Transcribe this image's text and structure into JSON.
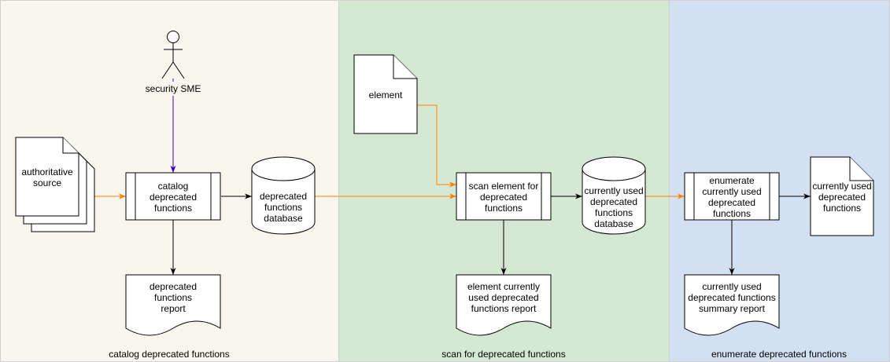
{
  "lanes": [
    {
      "label": "catalog deprecated functions",
      "color": "#f9f6ee"
    },
    {
      "label": "scan for deprecated functions",
      "color": "#d5e8d4"
    },
    {
      "label": "enumerate deprecated functions",
      "color": "#d3e0f2"
    }
  ],
  "actor": {
    "label": "security SME"
  },
  "nodes": {
    "authoritative_source": [
      "authoritative",
      "source"
    ],
    "catalog_process": [
      "catalog",
      "deprecated",
      "functions"
    ],
    "deprecated_db": [
      "deprecated",
      "functions",
      "database"
    ],
    "deprecated_report": [
      "deprecated",
      "functions",
      "report"
    ],
    "element_doc": [
      "element"
    ],
    "scan_process": [
      "scan element for",
      "deprecated",
      "functions"
    ],
    "used_db": [
      "currently used",
      "deprecated",
      "functions",
      "database"
    ],
    "element_report": [
      "element currently",
      "used deprecated",
      "functions report"
    ],
    "enumerate_process": [
      "enumerate",
      "currently used",
      "deprecated",
      "functions"
    ],
    "used_doc": [
      "currently used",
      "deprecated",
      "functions"
    ],
    "summary_report": [
      "currently used",
      "deprecated functions",
      "summary report"
    ]
  },
  "colors": {
    "orange_arrow": "#ff8000",
    "purple_arrow": "#3300cc",
    "black_arrow": "#000000"
  }
}
